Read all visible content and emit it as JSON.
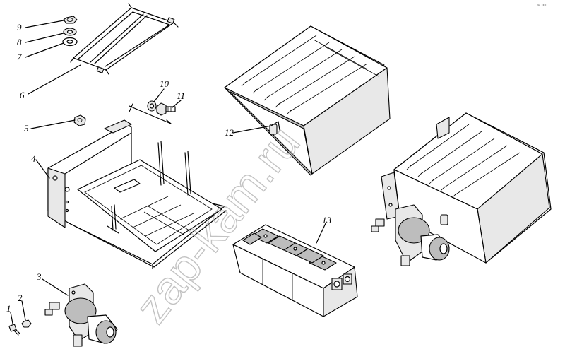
{
  "watermark": "zap-kam.ru",
  "corner_mark": "№ 000",
  "callouts": [
    {
      "id": "9",
      "label": "9"
    },
    {
      "id": "8",
      "label": "8"
    },
    {
      "id": "7",
      "label": "7"
    },
    {
      "id": "6",
      "label": "6"
    },
    {
      "id": "5",
      "label": "5"
    },
    {
      "id": "10",
      "label": "10"
    },
    {
      "id": "11",
      "label": "11"
    },
    {
      "id": "4",
      "label": "4"
    },
    {
      "id": "12",
      "label": "12"
    },
    {
      "id": "13",
      "label": "13"
    },
    {
      "id": "3",
      "label": "3"
    },
    {
      "id": "2",
      "label": "2"
    },
    {
      "id": "1",
      "label": "1"
    }
  ]
}
